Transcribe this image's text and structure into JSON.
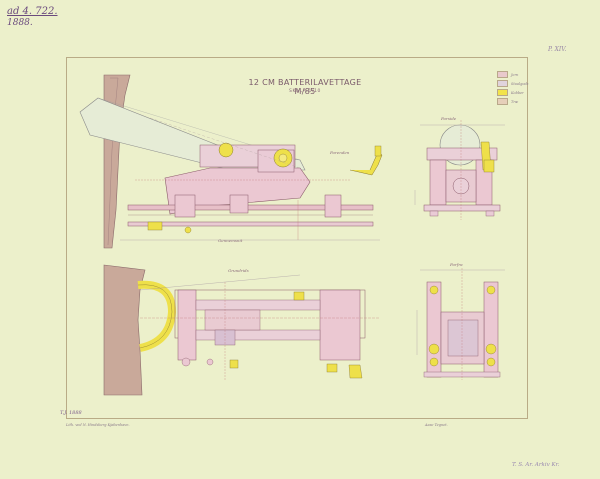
{
  "sheet": {
    "annotation_top": "ad 4. 722.",
    "annotation_year": "1888.",
    "plate_number": "P. XIV."
  },
  "title": {
    "main": "12 CM BATTERILAVETTAGE M/85",
    "scale": "SKALA 1/10"
  },
  "legend": [
    {
      "label": "Jern",
      "color": "#e9c9cc"
    },
    {
      "label": "Staalgods",
      "color": "#e0d3dc"
    },
    {
      "label": "Kobber",
      "color": "#f2e34a"
    },
    {
      "label": "Træ",
      "color": "#e6cfb9"
    }
  ],
  "views": {
    "side_view_label": "Forenden",
    "side_base_label": "Gennemsnit",
    "top_view_label": "Grundrids",
    "front_view_label": "Forside",
    "front_top_label": "Forfra"
  },
  "footer": {
    "signature": "T.J. 1888",
    "printer_left": "Lith. ved N. Hindsberg Kjøbenhavn.",
    "printer_right": "Aase Tegnet.",
    "archive_note": "T. S. Ar. Arkiv Kr."
  }
}
